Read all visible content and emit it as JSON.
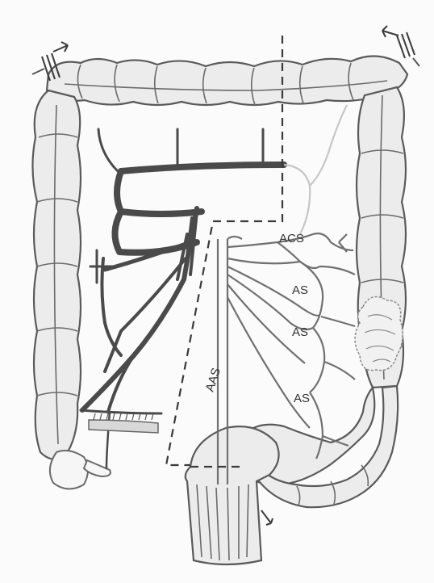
{
  "labels": {
    "acs": "ACS",
    "as_upper": "AS",
    "as_middle": "AS",
    "as_lower": "AS",
    "aas": "AAS"
  },
  "colors": {
    "background": "#fbfbfb",
    "outline": "#5a5a5a",
    "ligated_vessels": "#4a4a4a",
    "preserved_vessels": "#707070",
    "boundary": "#c6c6c6"
  }
}
